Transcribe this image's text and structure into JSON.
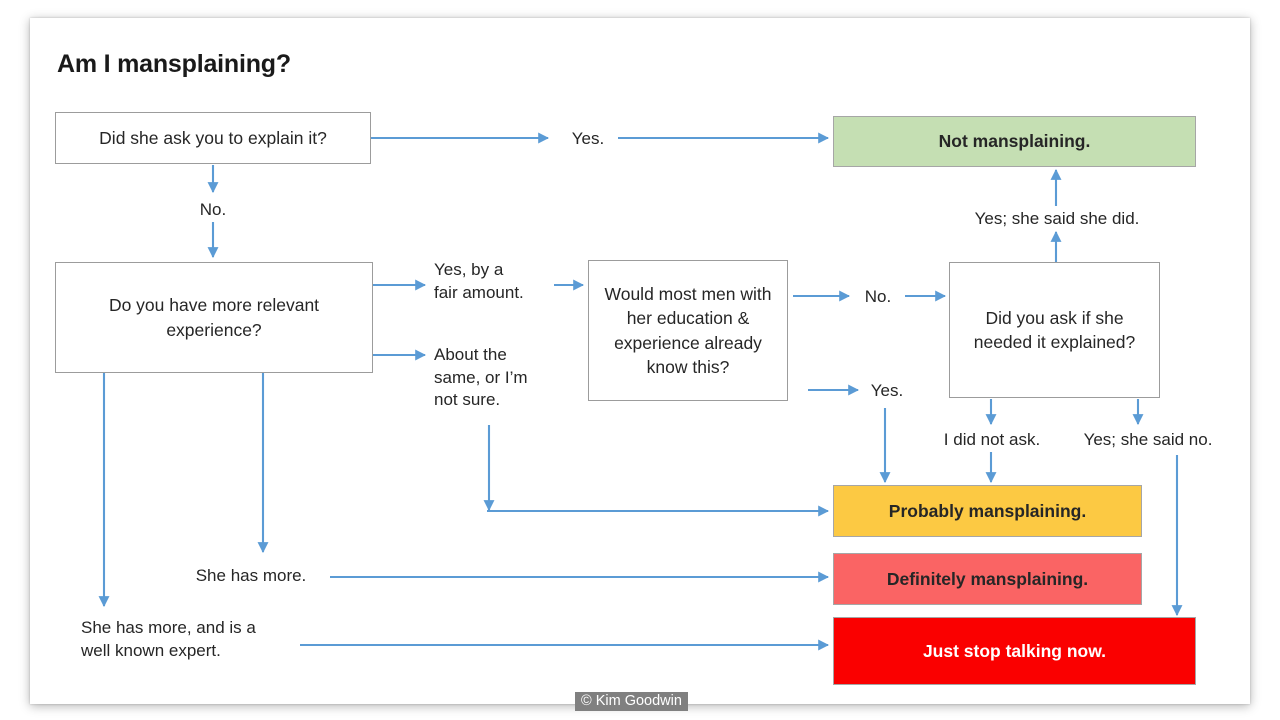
{
  "slide": {
    "title": "Am I mansplaining?",
    "copyright": "© Kim Goodwin"
  },
  "colors": {
    "edge": "#5b9bd5",
    "box_border": "#9c9c9c",
    "box_fill": "#ffffff",
    "not_mansplaining": "#c5dfb3",
    "probably_mansplaining": "#fcc943",
    "definitely_mansplaining": "#fa6464",
    "just_stop": "#fa0000",
    "text": "#262626",
    "copyright_bg": "#808080",
    "copyright_text": "#ffffff"
  },
  "nodes": {
    "q1": "Did she ask you to explain it?",
    "q2": "Do you have more relevant experience?",
    "q3": "Would most men with her education & experience already know this?",
    "q4": "Did you ask if she needed it explained?",
    "outcome_green": "Not mansplaining.",
    "outcome_yellow": "Probably mansplaining.",
    "outcome_pink": "Definitely mansplaining.",
    "outcome_red": "Just stop talking now."
  },
  "edge_labels": {
    "yes_q1": "Yes.",
    "no_q1": "No.",
    "yes_fair_amount": "Yes, by a\nfair amount.",
    "about_the_same": "About the\nsame, or I’m\nnot sure.",
    "no_q3": "No.",
    "yes_q3": "Yes.",
    "yes_she_said_she_did": "Yes; she said she did.",
    "i_did_not_ask": "I did not ask.",
    "yes_she_said_no": "Yes; she said no.",
    "she_has_more": "She has more.",
    "she_has_more_expert": "She has more, and is a\nwell known expert."
  },
  "flow": {
    "type": "decision-flowchart",
    "edges": [
      {
        "from": "q1",
        "to": "outcome_green",
        "label": "Yes."
      },
      {
        "from": "q1",
        "to": "q2",
        "label": "No."
      },
      {
        "from": "q2",
        "to": "q3",
        "label": "Yes, by a fair amount."
      },
      {
        "from": "q2",
        "to": "outcome_yellow",
        "label": "About the same, or I’m not sure."
      },
      {
        "from": "q2",
        "to": "outcome_pink",
        "label": "She has more."
      },
      {
        "from": "q2",
        "to": "outcome_red",
        "label": "She has more, and is a well known expert."
      },
      {
        "from": "q3",
        "to": "q4",
        "label": "No."
      },
      {
        "from": "q3",
        "to": "outcome_yellow",
        "label": "Yes."
      },
      {
        "from": "q4",
        "to": "outcome_green",
        "label": "Yes; she said she did."
      },
      {
        "from": "q4",
        "to": "outcome_yellow",
        "label": "I did not ask."
      },
      {
        "from": "q4",
        "to": "outcome_red",
        "label": "Yes; she said no."
      }
    ]
  }
}
